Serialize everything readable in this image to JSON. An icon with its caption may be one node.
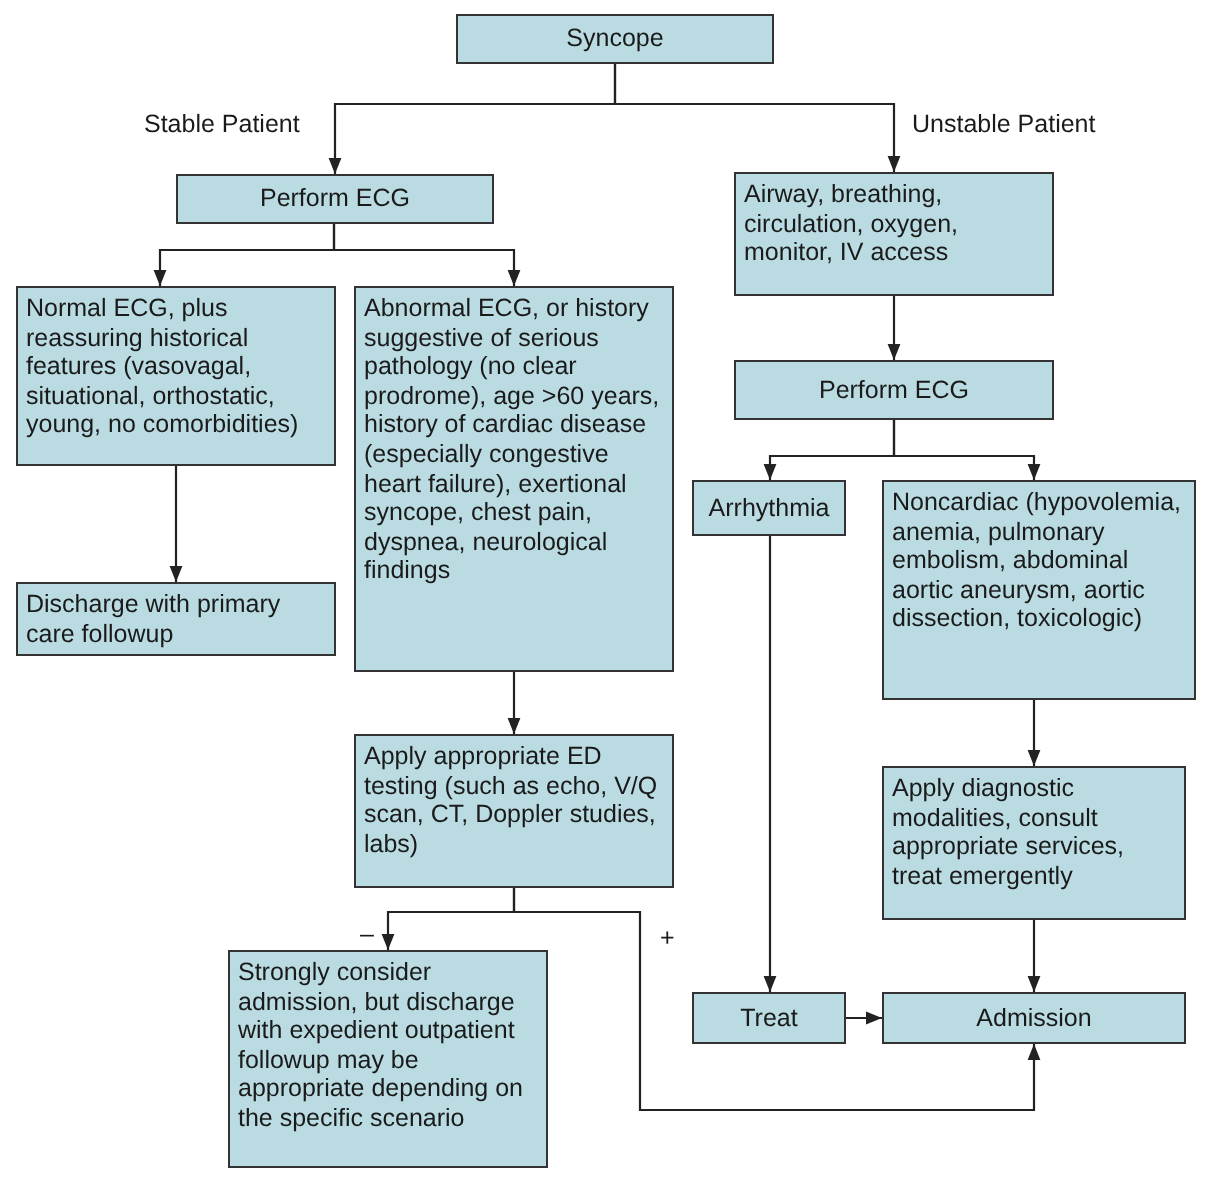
{
  "diagram": {
    "nodes": [
      {
        "text": [
          "Syncope"
        ]
      },
      {
        "text": [
          "Perform ECG"
        ]
      },
      {
        "text": [
          "Airway, breathing, circulation, oxygen, monitor, IV access"
        ]
      },
      {
        "text": [
          "Normal ECG, plus reassuring historical features (vasovagal, situational, orthostatic, young, no comorbidities)"
        ]
      },
      {
        "text": [
          "Abnormal ECG, or history suggestive of serious pathology (no clear prodrome), age >60 years, history of cardiac disease (especially congestive heart failure), exertional syncope, chest pain, dyspnea, neurological findings"
        ]
      },
      {
        "text": [
          "Perform ECG"
        ]
      },
      {
        "text": [
          "Discharge with primary care followup"
        ]
      },
      {
        "text": [
          "Arrhythmia"
        ]
      },
      {
        "text": [
          "Noncardiac (hypovolemia, anemia, pulmonary embolism, abdominal aortic aneurysm, aortic dissection, toxicologic)"
        ]
      },
      {
        "text": [
          "Apply appropriate ED testing (such as echo, V/Q scan, CT, Doppler studies, labs)"
        ]
      },
      {
        "text": [
          "Apply diagnostic modalities, consult appropriate services, treat emergently"
        ]
      },
      {
        "text": [
          "Strongly consider admission, but discharge with expedient outpatient followup may be appropriate depending on the specific scenario"
        ]
      },
      {
        "text": [
          "Treat"
        ]
      },
      {
        "text": [
          "Admission"
        ]
      }
    ],
    "edges": [
      {
        "from": 0,
        "to": 1,
        "arrow": "to",
        "label": "Stable Patient"
      },
      {
        "from": 0,
        "to": 2,
        "arrow": "to",
        "label": "Unstable Patient"
      },
      {
        "from": 1,
        "to": 3,
        "arrow": "to"
      },
      {
        "from": 1,
        "to": 4,
        "arrow": "to"
      },
      {
        "from": 2,
        "to": 5,
        "arrow": "to"
      },
      {
        "from": 5,
        "to": 7,
        "arrow": "to"
      },
      {
        "from": 5,
        "to": 8,
        "arrow": "to"
      },
      {
        "from": 3,
        "to": 6,
        "arrow": "to"
      },
      {
        "from": 4,
        "to": 9,
        "arrow": "to"
      },
      {
        "from": 9,
        "to": 11,
        "arrow": "to",
        "label": "–"
      },
      {
        "from": 9,
        "to": 13,
        "arrow": "to",
        "label": "+"
      },
      {
        "from": 7,
        "to": 12,
        "arrow": "to"
      },
      {
        "from": 8,
        "to": 10,
        "arrow": "to"
      },
      {
        "from": 10,
        "to": 13,
        "arrow": "to"
      },
      {
        "from": 12,
        "to": 13,
        "arrow": "to"
      }
    ]
  }
}
